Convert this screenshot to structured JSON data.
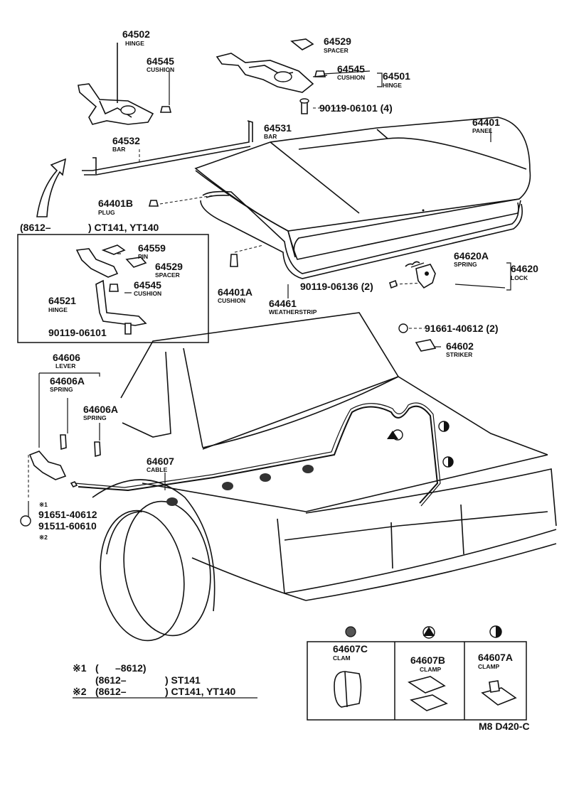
{
  "parts": {
    "p64502": {
      "num": "64502",
      "name": "HINGE"
    },
    "p64545a": {
      "num": "64545",
      "name": "CUSHION"
    },
    "p64529a": {
      "num": "64529",
      "name": "SPACER"
    },
    "p64545b": {
      "num": "64545",
      "name": "CUSHION"
    },
    "p64501": {
      "num": "64501",
      "name": "HINGE"
    },
    "p90119a": {
      "num": "90119-06101 (4)"
    },
    "p64531": {
      "num": "64531",
      "name": "BAR"
    },
    "p64532": {
      "num": "64532",
      "name": "BAR"
    },
    "p64401": {
      "num": "64401",
      "name": "PANEL"
    },
    "p64401b": {
      "num": "64401B",
      "name": "PLUG"
    },
    "p64559": {
      "num": "64559",
      "name": "PIN"
    },
    "p64529b": {
      "num": "64529",
      "name": "SPACER"
    },
    "p64545c": {
      "num": "64545",
      "name": "CUSHION"
    },
    "p64521": {
      "num": "64521",
      "name": "HINGE"
    },
    "p90119b": {
      "num": "90119-06101"
    },
    "p64401a": {
      "num": "64401A",
      "name": "CUSHION"
    },
    "p64461": {
      "num": "64461",
      "name": "WEATHERSTRIP"
    },
    "p64620a": {
      "num": "64620A",
      "name": "SPRING"
    },
    "p64620": {
      "num": "64620",
      "name": "LOCK"
    },
    "p90119c": {
      "num": "90119-06136 (2)"
    },
    "p91661": {
      "num": "91661-40612 (2)"
    },
    "p64602": {
      "num": "64602",
      "name": "STRIKER"
    },
    "p64606": {
      "num": "64606",
      "name": "LEVER"
    },
    "p64606a1": {
      "num": "64606A",
      "name": "SPRING"
    },
    "p64606a2": {
      "num": "64606A",
      "name": "SPRING"
    },
    "p64607": {
      "num": "64607",
      "name": "CABLE"
    },
    "p91651": {
      "num": "91651-40612"
    },
    "p91511": {
      "num": "91511-60610"
    },
    "mark1": "※1",
    "mark2": "※2"
  },
  "inset_caption": {
    "open": "(8612–",
    "close": ") CT141, YT140"
  },
  "clamps": [
    {
      "num": "64607C",
      "name": "CLAM"
    },
    {
      "num": "64607B",
      "name": "CLAMP"
    },
    {
      "num": "64607A",
      "name": "CLAMP"
    }
  ],
  "footnotes": [
    {
      "mark": "※1",
      "range": "(      –8612)",
      "models": ""
    },
    {
      "mark": "",
      "range": "(8612–",
      "models": ") ST141"
    },
    {
      "mark": "※2",
      "range": "(8612–",
      "models": ") CT141, YT140"
    }
  ],
  "diagram_code": "M8 D420-C"
}
